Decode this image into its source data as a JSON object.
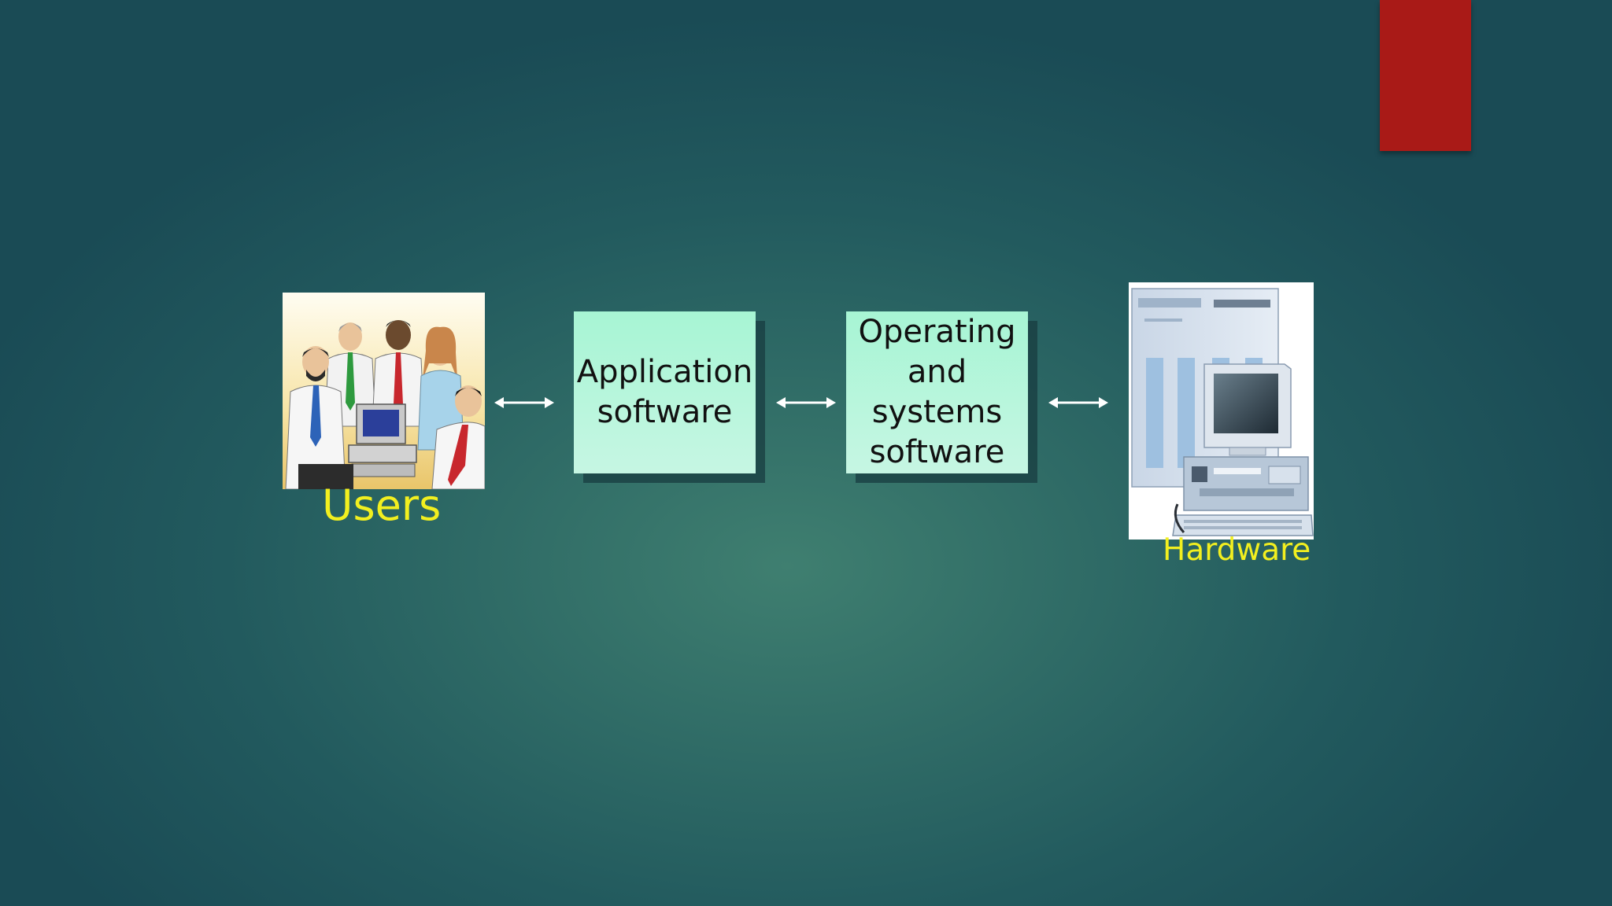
{
  "diagram": {
    "nodes": [
      {
        "id": "users",
        "label": "Users",
        "icon": "users-group-icon"
      },
      {
        "id": "application",
        "label": "Application\nsoftware"
      },
      {
        "id": "operating",
        "label": "Operating\nand\nsystems\nsoftware"
      },
      {
        "id": "hardware",
        "label": "Hardware",
        "icon": "computer-hardware-icon"
      }
    ],
    "edges": [
      {
        "from": "users",
        "to": "application",
        "direction": "bidirectional"
      },
      {
        "from": "application",
        "to": "operating",
        "direction": "bidirectional"
      },
      {
        "from": "operating",
        "to": "hardware",
        "direction": "bidirectional"
      }
    ]
  },
  "colors": {
    "box_fill": "#b4f5da",
    "label_text": "#f2ef1f",
    "accent_bar": "#a91a17",
    "arrow": "#ffffff"
  }
}
